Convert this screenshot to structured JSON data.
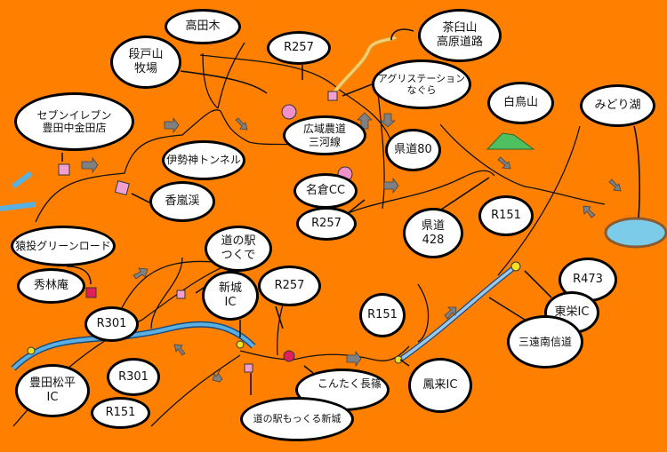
{
  "map_title": "",
  "colors": {
    "background": "#ff8000",
    "river": "#5ab0e0",
    "expressway": "#9cc8e8",
    "poi_square": "#f0a0d0",
    "poi_circle": "#f090c8",
    "ic_dot": "#f0e020",
    "arrow": "#808080"
  },
  "labels": [
    {
      "text": "高田木"
    },
    {
      "text": "段戸山\n牧場"
    },
    {
      "text": "R257"
    },
    {
      "text": "茶臼山\n高原道路"
    },
    {
      "text": "アグリステーション\nなぐら"
    },
    {
      "text": "白鳥山"
    },
    {
      "text": "みどり湖"
    },
    {
      "text": "セブンイレブン\n豊田中金田店"
    },
    {
      "text": "伊勢神トンネル"
    },
    {
      "text": "広域農道\n三河線"
    },
    {
      "text": "県道80"
    },
    {
      "text": "香嵐渓"
    },
    {
      "text": "名倉CC"
    },
    {
      "text": "R257"
    },
    {
      "text": "県道\n428"
    },
    {
      "text": "R151"
    },
    {
      "text": "猿投グリーンロード"
    },
    {
      "text": "道の駅\nつくで"
    },
    {
      "text": "秀林庵"
    },
    {
      "text": "新城\nIC"
    },
    {
      "text": "R257"
    },
    {
      "text": "R473"
    },
    {
      "text": "東栄IC"
    },
    {
      "text": "三遠南信道"
    },
    {
      "text": "R151"
    },
    {
      "text": "R301"
    },
    {
      "text": "豊田松平\nIC"
    },
    {
      "text": "R301"
    },
    {
      "text": "R151"
    },
    {
      "text": "こんたく長篠"
    },
    {
      "text": "道の駅もっくる新城"
    },
    {
      "text": "鳳来IC"
    }
  ]
}
